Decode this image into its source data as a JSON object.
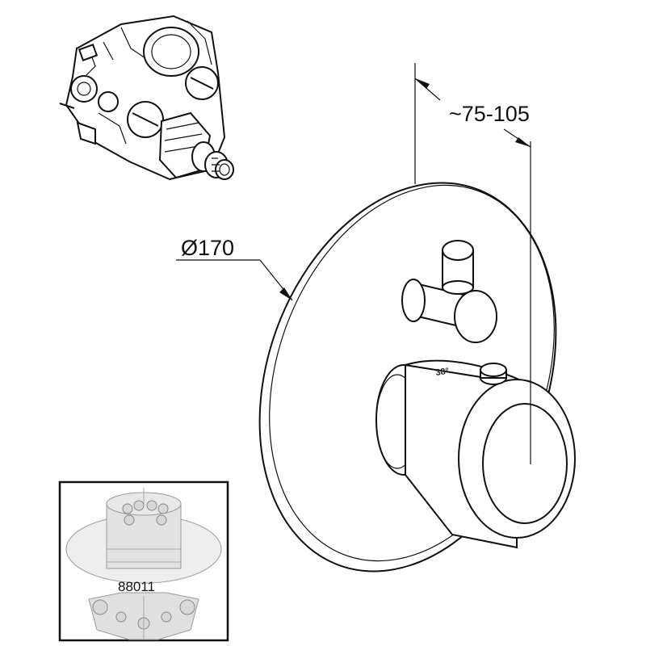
{
  "dimensions": {
    "diameter_label": "Ø170",
    "depth_label": "~75-105"
  },
  "inset": {
    "part_number": "88011"
  },
  "handle": {
    "temperature_mark": "38°"
  }
}
